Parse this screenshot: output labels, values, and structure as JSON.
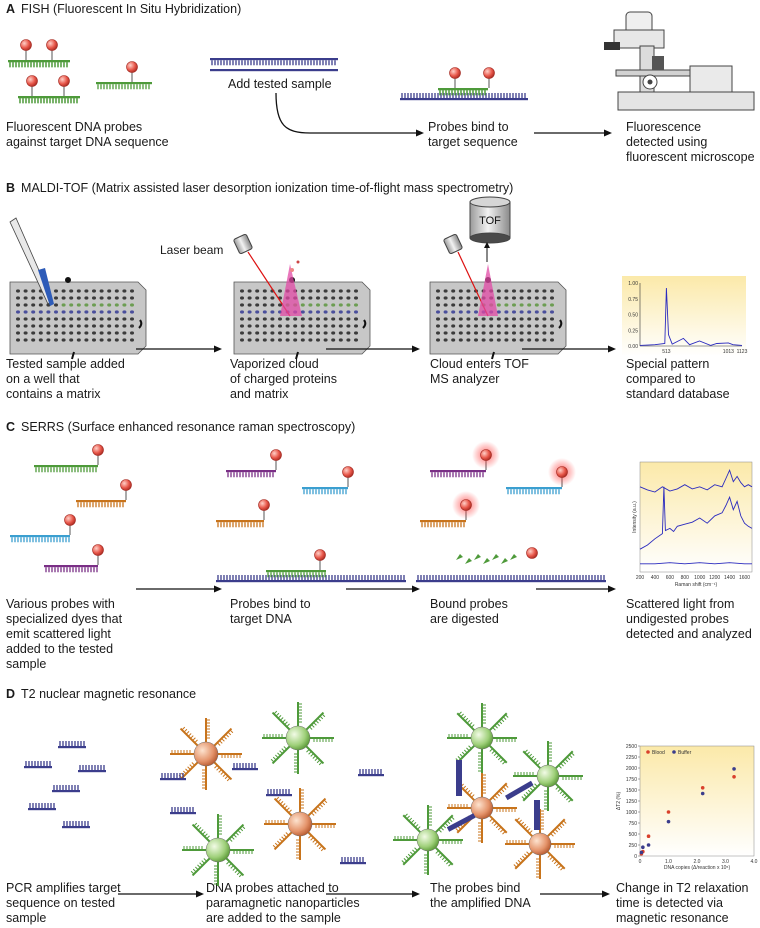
{
  "colors": {
    "probe_green": "#4e9a3a",
    "probe_orange": "#c8741c",
    "probe_blue": "#3b9fd0",
    "probe_purple": "#7a2f86",
    "target_dna": "#3b3d8c",
    "fluor_red": "#e04848",
    "chart_bg": "#fdf3c8",
    "chart_line": "#2b2bbf"
  },
  "sections": {
    "A": {
      "letter": "A",
      "title": "FISH (Fluorescent In Situ Hybridization)",
      "add_sample": "Add tested sample",
      "captions": [
        [
          "Fluorescent DNA probes",
          "against target DNA sequence"
        ],
        [
          "Probes bind to",
          "target sequence"
        ],
        [
          "Fluorescence",
          "detected using",
          "fluorescent microscope"
        ]
      ]
    },
    "B": {
      "letter": "B",
      "title": "MALDI-TOF (Matrix assisted laser desorption ionization time-of-flight mass spectrometry)",
      "laser_label": "Laser beam",
      "tof_label": "TOF",
      "captions": [
        [
          "Tested sample added",
          "on a well that",
          "contains a matrix"
        ],
        [
          "Vaporized cloud",
          "of charged proteins",
          "and matrix"
        ],
        [
          "Cloud enters TOF",
          "MS analyzer"
        ],
        [
          "Special pattern",
          "compared to",
          "standard database"
        ]
      ]
    },
    "C": {
      "letter": "C",
      "title": "SERRS (Surface enhanced resonance raman spectroscopy)",
      "captions": [
        [
          "Various probes with",
          "specialized dyes that",
          "emit scattered light",
          "added to the tested",
          "sample"
        ],
        [
          "Probes bind to",
          "target DNA"
        ],
        [
          "Bound probes",
          "are digested"
        ],
        [
          "Scattered light from",
          "undigested probes",
          "detected and analyzed"
        ]
      ]
    },
    "D": {
      "letter": "D",
      "title": "T2 nuclear magnetic resonance",
      "captions": [
        [
          "PCR amplifies target",
          "sequence on tested",
          "sample"
        ],
        [
          "DNA probes attached to",
          "paramagnetic nanoparticles",
          "are added to the sample"
        ],
        [
          "The probes bind",
          "the amplified DNA"
        ],
        [
          "Change in T2 relaxation",
          "time is detected via",
          "magnetic resonance"
        ]
      ]
    }
  },
  "chart_data": [
    {
      "type": "line",
      "title": "",
      "xlabel": "",
      "ylabel": "",
      "x_ticks": [
        "513",
        "1013",
        "1123"
      ],
      "y_ticks": [
        "1.00",
        "0.75",
        "0.50",
        "0.25",
        "0.00"
      ],
      "ylim": [
        0,
        1
      ],
      "series": [
        {
          "x": [
            300,
            420,
            500,
            513,
            530,
            560,
            650,
            700,
            780,
            870,
            920,
            1013,
            1050,
            1123
          ],
          "y": [
            0.01,
            0.02,
            0.04,
            0.92,
            0.18,
            0.03,
            0.12,
            0.02,
            0.08,
            0.01,
            0.04,
            0.05,
            0.02,
            0.01
          ]
        }
      ]
    },
    {
      "type": "line",
      "title": "",
      "xlabel": "Raman shift (cm⁻¹)",
      "ylabel": "Intensity (a.u.)",
      "x_ticks": [
        "200",
        "400",
        "600",
        "800",
        "1000",
        "1200",
        "1400",
        "1600"
      ],
      "xlim": [
        200,
        1700
      ],
      "ylim": [
        0,
        1
      ],
      "series": [
        {
          "x": [
            200,
            300,
            400,
            500,
            600,
            700,
            800,
            900,
            1000,
            1100,
            1200,
            1300,
            1350,
            1400,
            1450,
            1500,
            1550,
            1600,
            1650,
            1700
          ],
          "y": [
            0.8,
            0.77,
            0.75,
            0.8,
            0.76,
            0.78,
            0.82,
            0.78,
            0.8,
            0.77,
            0.82,
            0.8,
            0.88,
            0.96,
            0.85,
            0.9,
            0.84,
            0.8,
            0.82,
            0.8
          ]
        },
        {
          "x": [
            200,
            300,
            400,
            500,
            520,
            540,
            600,
            650,
            700,
            800,
            900,
            1000,
            1100,
            1200,
            1300,
            1350,
            1400,
            1450,
            1500,
            1550,
            1600,
            1650,
            1700
          ],
          "y": [
            0.2,
            0.24,
            0.3,
            0.35,
            0.8,
            0.38,
            0.4,
            0.37,
            0.42,
            0.44,
            0.46,
            0.5,
            0.45,
            0.52,
            0.55,
            0.62,
            0.7,
            0.58,
            0.66,
            0.52,
            0.45,
            0.42,
            0.4
          ]
        },
        {
          "x": [
            200,
            400,
            600,
            800,
            1000,
            1200,
            1400,
            1600,
            1700
          ],
          "y": [
            0.06,
            0.06,
            0.07,
            0.06,
            0.07,
            0.06,
            0.07,
            0.06,
            0.06
          ]
        }
      ]
    },
    {
      "type": "scatter",
      "title": "",
      "xlabel": "DNA copies (Δ/reaction x 10⁵)",
      "ylabel": "ΔT2 (%)",
      "x_ticks": [
        "0",
        "1.0",
        "2.0",
        "3.0",
        "4.0"
      ],
      "y_ticks": [
        "0",
        "250",
        "500",
        "750",
        "1000",
        "1250",
        "1500",
        "1750",
        "2000",
        "2250",
        "2500"
      ],
      "xlim": [
        0,
        4
      ],
      "ylim": [
        0,
        2500
      ],
      "series": [
        {
          "name": "Blood",
          "color": "#d9402b",
          "x": [
            0.05,
            0.1,
            0.3,
            1.0,
            2.2,
            3.3
          ],
          "y": [
            50,
            100,
            450,
            1000,
            1550,
            1800
          ]
        },
        {
          "name": "Buffer",
          "color": "#3b3d8c",
          "x": [
            0.05,
            0.1,
            0.3,
            1.0,
            2.2,
            3.3
          ],
          "y": [
            80,
            200,
            250,
            780,
            1420,
            1980
          ]
        }
      ]
    }
  ]
}
